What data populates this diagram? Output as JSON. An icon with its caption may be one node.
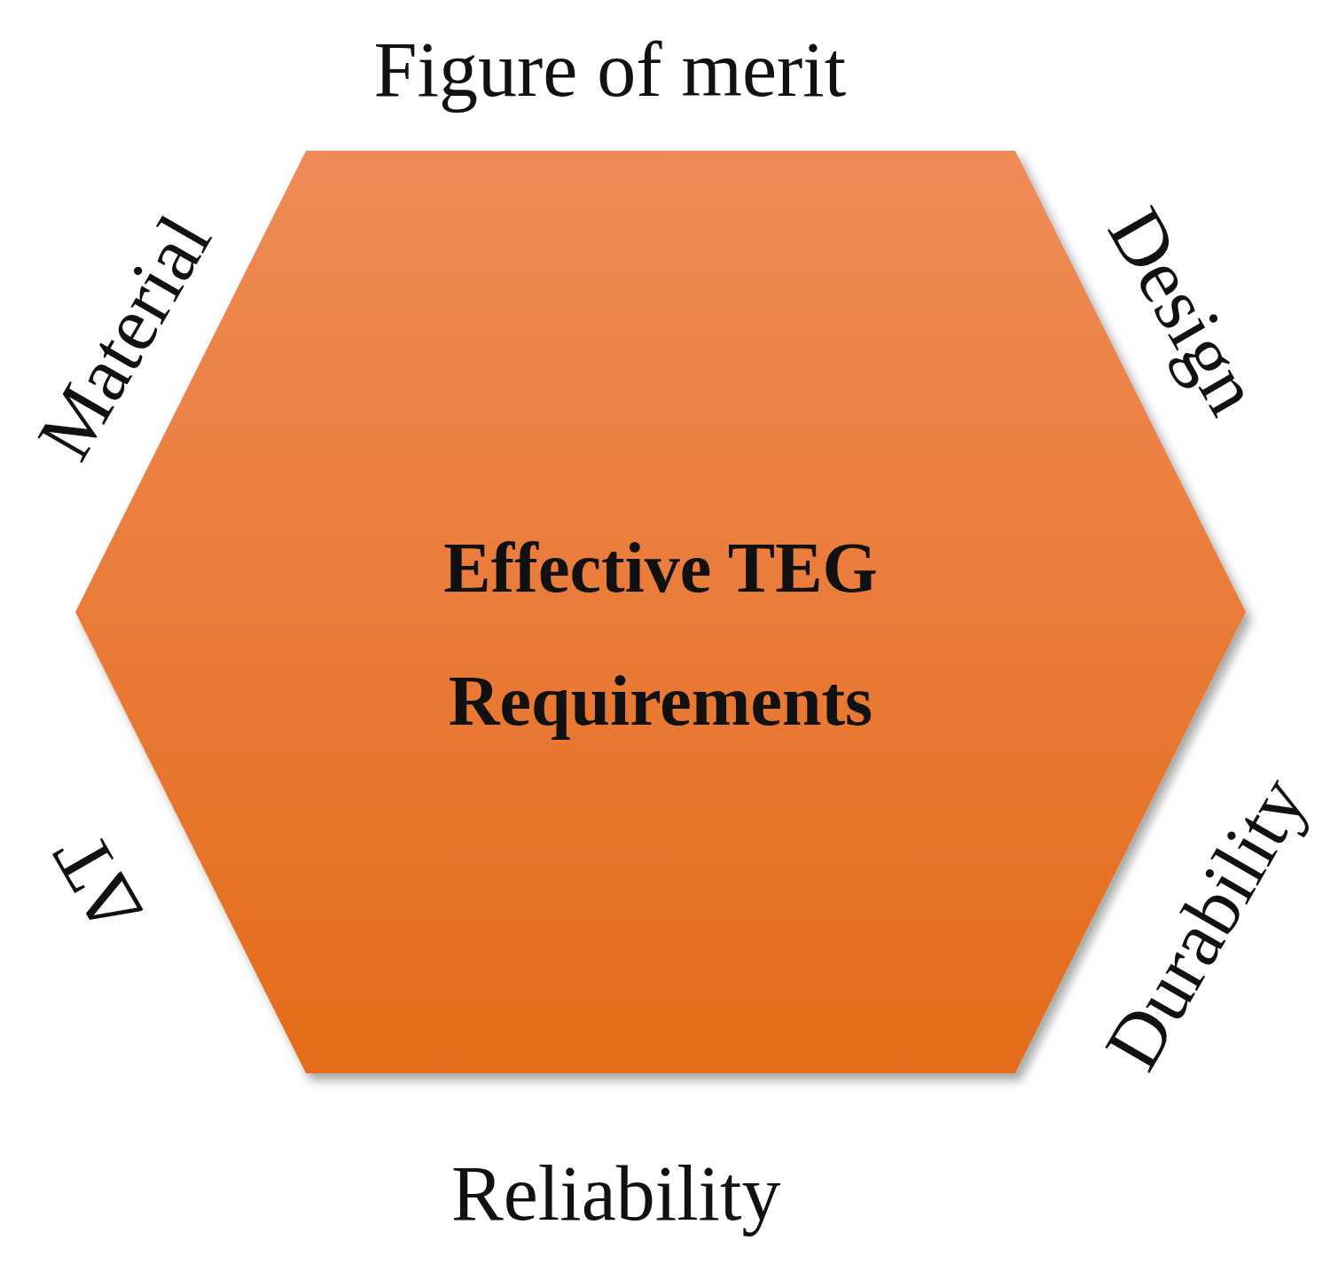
{
  "diagram": {
    "nodes": [
      {
        "text": [
          "Effective TEG Requirements"
        ],
        "beside": [
          "Figure of merit",
          "Design",
          "Durability",
          "Reliability",
          "ΔT",
          "Material"
        ]
      }
    ]
  }
}
